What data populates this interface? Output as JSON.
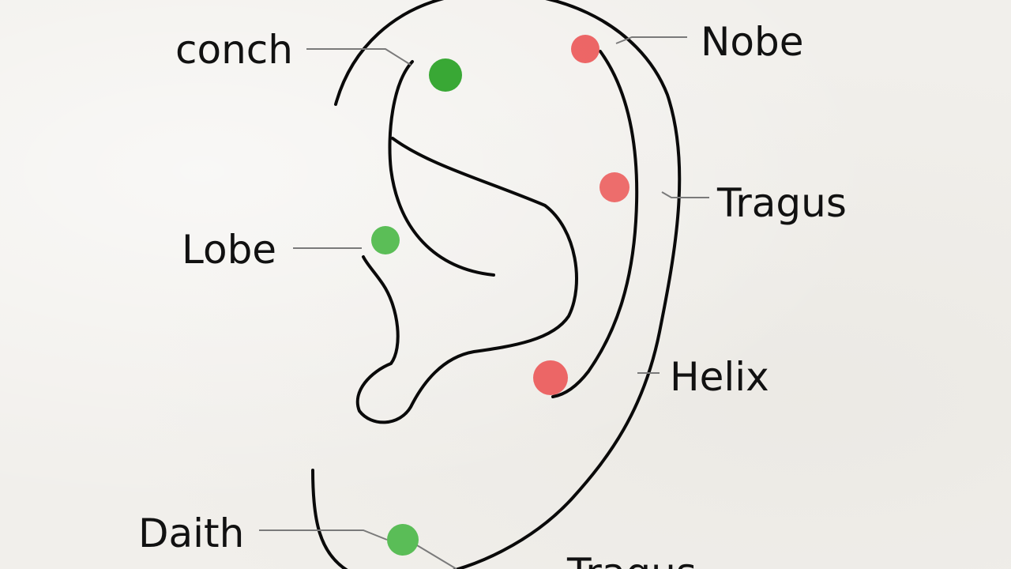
{
  "labels": {
    "conch": "conch",
    "nobe": "Nobe",
    "tragus": "Tragus",
    "lobe": "Lobe",
    "helix": "Helix",
    "daith": "Daith",
    "tragus_partial": "Tragus"
  },
  "colors": {
    "green_dot": "#4db84a",
    "green_dot_dark": "#2ea32a",
    "red_dot": "#ec5a5a",
    "line": "#0a0a0a",
    "leader": "#7a7a7a",
    "background": "#f1efeb"
  },
  "dots": [
    {
      "name": "conch-dot",
      "color": "green"
    },
    {
      "name": "nobe-dot",
      "color": "red"
    },
    {
      "name": "tragus-dot",
      "color": "red"
    },
    {
      "name": "lobe-dot",
      "color": "green"
    },
    {
      "name": "helix-dot",
      "color": "red"
    },
    {
      "name": "daith-dot",
      "color": "green"
    }
  ]
}
